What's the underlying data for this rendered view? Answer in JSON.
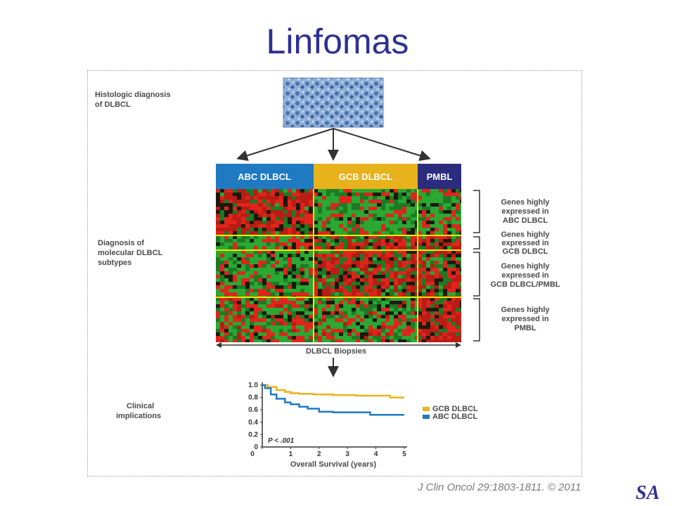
{
  "slide": {
    "title": "Linfomas",
    "citation": "J Clin Oncol 29:1803-1811. © 2011",
    "logo": "SA"
  },
  "figure": {
    "left_labels": {
      "histologic": [
        "Histologic diagnosis",
        "of DLBCL"
      ],
      "molecular": [
        "Diagnosis of",
        "molecular DLBCL",
        "subtypes"
      ],
      "clinical": [
        "Clinical",
        "implications"
      ]
    },
    "subtypes": [
      "ABC DLBCL",
      "GCB DLBCL",
      "PMBL"
    ],
    "colors": {
      "abc_header": "#1f7ac2",
      "gcb_header": "#e8b21c",
      "pmbl_header": "#2c2c7e",
      "gcb_line": "#e8b21c",
      "abc_line": "#1f7ac2",
      "grid_line": "#f2e600"
    },
    "gene_groups": [
      [
        "Genes highly",
        "expressed in",
        "ABC DLBCL"
      ],
      [
        "Genes highly",
        "expressed in",
        "GCB DLBCL"
      ],
      [
        "Genes highly",
        "expressed in",
        "GCB DLBCL/PMBL"
      ],
      [
        "Genes highly",
        "expressed in",
        "PMBL"
      ]
    ],
    "biopsies_label": "DLBCL Biopsies"
  },
  "chart_data": {
    "type": "line",
    "xlabel": "Overall Survival (years)",
    "xlim": [
      0,
      5
    ],
    "ylim": [
      0,
      1.0
    ],
    "xticks": [
      0,
      1,
      2,
      3,
      4,
      5
    ],
    "yticks": [
      0,
      0.2,
      0.4,
      0.6,
      0.8,
      1.0
    ],
    "annotation": "P < .001",
    "series": [
      {
        "name": "GCB DLBCL",
        "color": "#e8b21c",
        "x": [
          0,
          0.2,
          0.5,
          0.8,
          1.0,
          1.3,
          1.8,
          2.5,
          3.3,
          4.2,
          4.5,
          5.0
        ],
        "y": [
          1.0,
          0.97,
          0.92,
          0.89,
          0.87,
          0.86,
          0.85,
          0.84,
          0.83,
          0.83,
          0.8,
          0.8
        ]
      },
      {
        "name": "ABC DLBCL",
        "color": "#1f7ac2",
        "x": [
          0,
          0.1,
          0.3,
          0.5,
          0.8,
          1.0,
          1.3,
          1.6,
          2.0,
          2.5,
          3.0,
          3.8,
          4.5,
          5.0
        ],
        "y": [
          1.0,
          0.95,
          0.85,
          0.78,
          0.72,
          0.69,
          0.65,
          0.62,
          0.57,
          0.56,
          0.56,
          0.52,
          0.52,
          0.52
        ]
      }
    ]
  }
}
